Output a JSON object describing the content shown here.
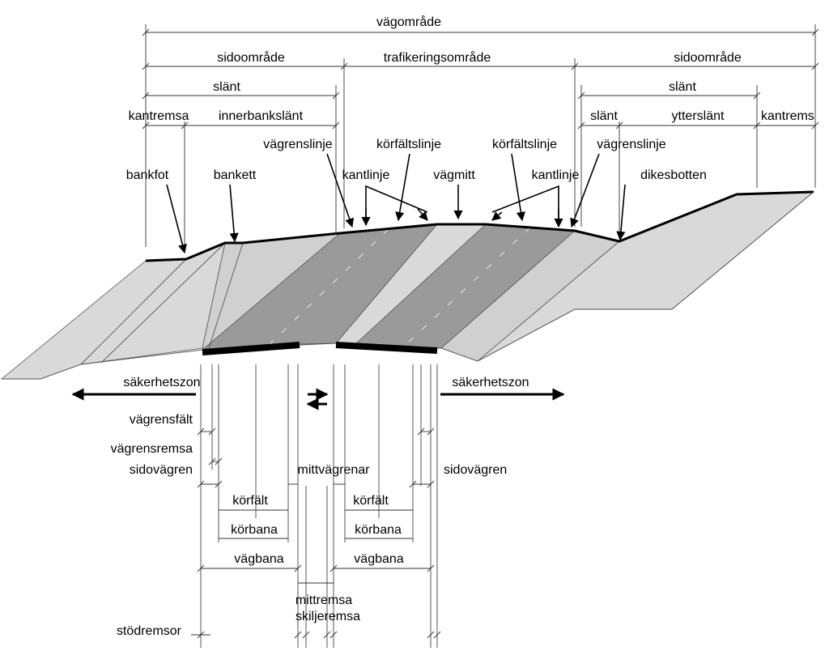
{
  "labels": {
    "vagomrade": "vägområde",
    "sidoomrade_left": "sidoområde",
    "trafikeringsomrade": "trafikeringsområde",
    "sidoomrade_right": "sidoområde",
    "slant_left": "slänt",
    "kantremsa_left": "kantremsa",
    "innerbankslant": "innerbankslänt",
    "slant_right_top": "slänt",
    "slant_right": "slänt",
    "ytterslant": "ytterslänt",
    "kantremsa_right": "kantrems",
    "vagrenslinje_left": "vägrenslinje",
    "korfaltslinje_left": "körfältslinje",
    "korfaltslinje_right": "körfältslinje",
    "vagrenslinje_right": "vägrenslinje",
    "bankfot": "bankfot",
    "bankett": "bankett",
    "kantlinje_left": "kantlinje",
    "vagmitt": "vägmitt",
    "kantlinje_right": "kantlinje",
    "dikesbotten": "dikesbotten",
    "sakerhetszon_left": "säkerhetszon",
    "sakerhetszon_right": "säkerhetszon",
    "vagrensfalt": "vägrensfält",
    "vagrensremsa": "vägrensremsa",
    "sidovagren_left": "sidovägren",
    "mittvagrenar": "mittvägrenar",
    "sidovagren_right": "sidovägren",
    "korfalt_left": "körfält",
    "korfalt_right": "körfält",
    "korbana_left": "körbana",
    "korbana_right": "körbana",
    "vagbana_left": "vägbana",
    "vagbana_right": "vägbana",
    "mittremsa": "mittremsa",
    "skiljeremsa": "skiljeremsa",
    "stodremsor": "stödremsor"
  },
  "colors": {
    "surface_light": "#d9d9d9",
    "surface_mid": "#bfbfbf",
    "lane_dark": "#8c8c8c",
    "lane_mid": "#a6a6a6",
    "stroke": "#000000"
  }
}
